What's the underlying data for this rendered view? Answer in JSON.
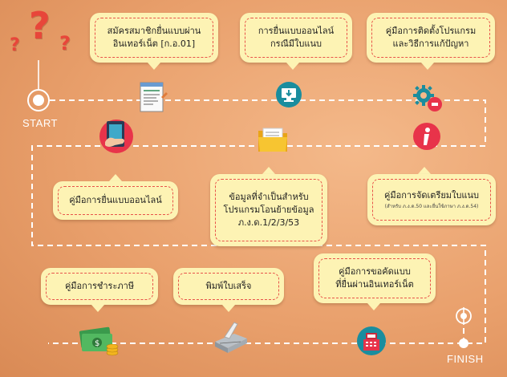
{
  "labels": {
    "start": "START",
    "finish": "FINISH"
  },
  "steps": [
    {
      "id": "register",
      "lines": [
        "สมัครสมาชิกยื่นแบบผ่าน",
        "อินเทอร์เน็ต [ก.อ.01]"
      ]
    },
    {
      "id": "online-filing",
      "lines": [
        "การยื่นแบบออนไลน์",
        "กรณีมีใบแนบ"
      ]
    },
    {
      "id": "install",
      "lines": [
        "คู่มือการติดตั้งโปรแกรม",
        "และวิธีการแก้ปัญหา"
      ]
    },
    {
      "id": "online-manual",
      "lines": [
        "คู่มือการยื่นแบบออนไลน์"
      ]
    },
    {
      "id": "required-info",
      "lines": [
        "ข้อมูลที่จำเป็นสำหรับ",
        "โปรแกรมโอนย้ายข้อมูล",
        "ภ.ง.ด.1/2/3/53"
      ]
    },
    {
      "id": "prepare",
      "lines": [
        "คู่มือการจัดเตรียมใบแนบ"
      ],
      "note": "(สำหรับ ภ.ง.ด.50 และยื่นใช้ภาษา ภ.ง.ด.54)"
    },
    {
      "id": "payment",
      "lines": [
        "คู่มือการชำระภาษี"
      ]
    },
    {
      "id": "print",
      "lines": [
        "พิมพ์ใบเสร็จ"
      ]
    },
    {
      "id": "copy-request",
      "lines": [
        "คู่มือการขอคัดแบบ",
        "ที่ยื่นผ่านอินเทอร์เน็ต"
      ]
    }
  ],
  "icons": [
    "question-marks-icon",
    "form-document-icon",
    "monitor-download-icon",
    "gear-icon",
    "tablet-hand-icon",
    "folder-icon",
    "info-icon",
    "money-icon",
    "receipt-printer-icon",
    "cash-register-icon",
    "start-node-icon",
    "finish-node-icon"
  ],
  "colors": {
    "background": "#e9a06c",
    "box": "#fdf3b4",
    "box_border": "#e8534a",
    "path": "#ffffff",
    "red_accent": "#e8334a",
    "teal_accent": "#1a8d9e"
  }
}
